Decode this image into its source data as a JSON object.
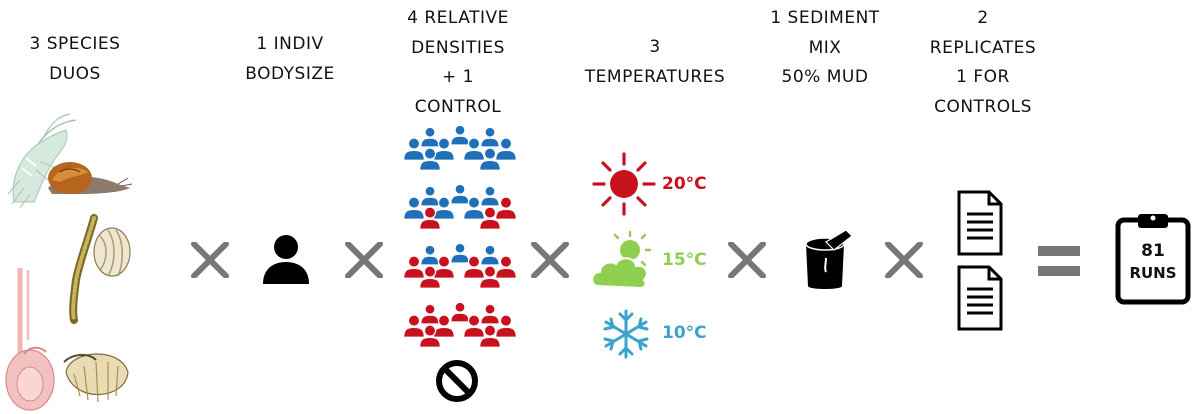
{
  "headers": [
    {
      "lines": [
        "3 SPECIES",
        "DUOS"
      ]
    },
    {
      "lines": [
        "1 INDIV",
        "BODYSIZE"
      ]
    },
    {
      "lines": [
        "4 RELATIVE",
        "DENSITIES",
        "+ 1",
        "CONTROL"
      ]
    },
    {
      "lines": [
        "3",
        "TEMPERATURES"
      ]
    },
    {
      "lines": [
        "1 SEDIMENT",
        "MIX",
        "50% MUD"
      ]
    },
    {
      "lines": [
        "2",
        "REPLICATES",
        "1 FOR",
        "CONTROLS"
      ]
    }
  ],
  "temperatures": [
    {
      "label": "20°C",
      "icon": "sun-icon",
      "color": "#c8101e"
    },
    {
      "label": "15°C",
      "icon": "partly-cloudy-icon",
      "color": "#8fcf4f"
    },
    {
      "label": "10°C",
      "icon": "snowflake-icon",
      "color": "#3aa3c9"
    }
  ],
  "densities": {
    "rows": [
      {
        "blue": 9,
        "red": 0
      },
      {
        "blue": 6,
        "red": 3
      },
      {
        "blue": 3,
        "red": 6
      },
      {
        "blue": 0,
        "red": 9
      }
    ],
    "control_icon": "prohibited-icon"
  },
  "colors": {
    "blue": "#1f6fb9",
    "red": "#c8101e",
    "operator": "#777777"
  },
  "result": {
    "number": "81",
    "label": "RUNS"
  }
}
